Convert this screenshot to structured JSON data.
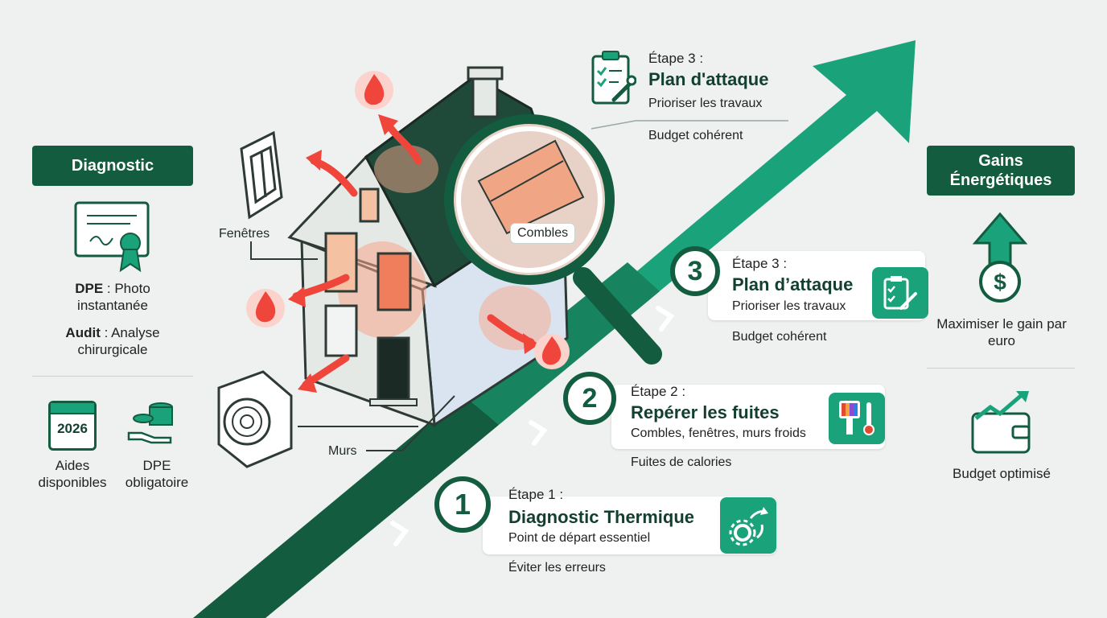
{
  "left": {
    "title": "Diagnostic",
    "dpe_bold": "DPE",
    "dpe_text": " : Photo instantanée",
    "audit_bold": "Audit",
    "audit_text": " : Analyse chirurgicale",
    "year": "2026",
    "aides": "Aides disponibles",
    "dpe_obligatoire": "DPE obligatoire"
  },
  "house": {
    "fenetres": "Fenêtres",
    "murs": "Murs",
    "combles": "Combles"
  },
  "top_step": {
    "label": "Étape 3 :",
    "title": "Plan d'attaque",
    "subtitle": "Prioriser les travaux",
    "note": "Budget cohérent"
  },
  "steps": [
    {
      "number": "1",
      "label": "Étape 1 :",
      "title": "Diagnostic Thermique",
      "subtitle": "Point de départ essentiel",
      "note": "Éviter les erreurs"
    },
    {
      "number": "2",
      "label": "Étape 2 :",
      "title": "Repérer les fuites",
      "subtitle": "Combles, fenêtres, murs froids",
      "note": "Fuites de calories"
    },
    {
      "number": "3",
      "label": "Étape 3 :",
      "title": "Plan d’attaque",
      "subtitle": "Prioriser les travaux",
      "note": "Budget cohérent"
    }
  ],
  "right": {
    "title": "Gains Énergétiques",
    "gain": "Maximiser le gain par euro",
    "budget": "Budget optimisé"
  },
  "colors": {
    "dark_green": "#135c40",
    "accent_green": "#1aa37a",
    "heat_red": "#f0453a",
    "background": "#eef1ef"
  },
  "icons": [
    "certificate-icon",
    "calendar-icon",
    "money-hand-icon",
    "clipboard-wrench-icon",
    "thermal-camera-icon",
    "gear-arrows-icon",
    "dollar-coin-up-icon",
    "wallet-chart-icon",
    "flame-icon",
    "magnifier-icon",
    "window-icon",
    "insulation-icon"
  ]
}
